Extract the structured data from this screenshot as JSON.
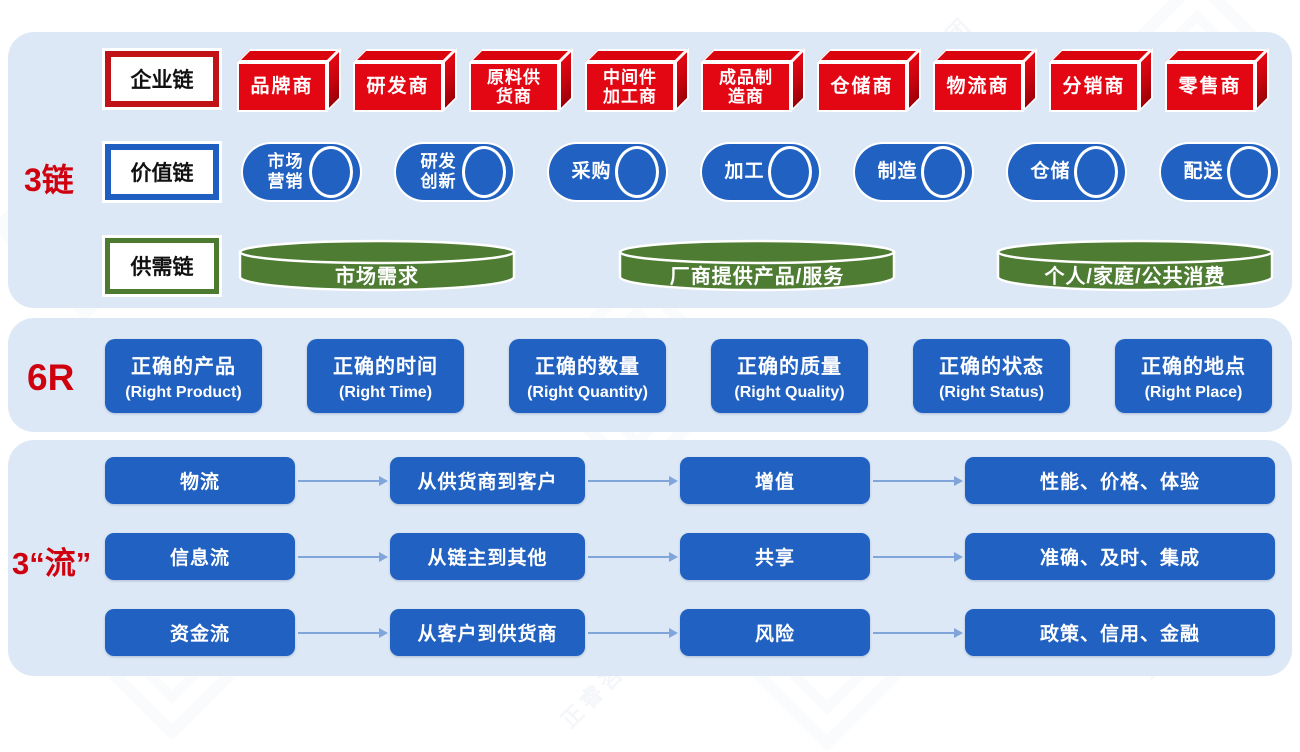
{
  "watermark": {
    "text": "正睿咨询集团"
  },
  "colors": {
    "panel_bg": "#dce8f5",
    "red": "#e30613",
    "blue": "#2161c1",
    "green": "#4e7c33",
    "section_label": "#d0010f",
    "arrow": "#7fa5da"
  },
  "sections": {
    "chains": {
      "label": "3链",
      "enterprise": {
        "label": "企业链",
        "items": [
          "品牌商",
          "研发商",
          "原料供\n货商",
          "中间件\n加工商",
          "成品制\n造商",
          "仓储商",
          "物流商",
          "分销商",
          "零售商"
        ]
      },
      "value": {
        "label": "价值链",
        "items": [
          "市场\n营销",
          "研发\n创新",
          "采购",
          "加工",
          "制造",
          "仓储",
          "配送"
        ]
      },
      "supply_demand": {
        "label": "供需链",
        "items": [
          "市场需求",
          "厂商提供产品/服务",
          "个人/家庭/公共消费"
        ]
      }
    },
    "six_r": {
      "label": "6R",
      "items": [
        {
          "cn": "正确的产品",
          "en": "(Right Product)"
        },
        {
          "cn": "正确的时间",
          "en": "(Right Time)"
        },
        {
          "cn": "正确的数量",
          "en": "(Right Quantity)"
        },
        {
          "cn": "正确的质量",
          "en": "(Right Quality)"
        },
        {
          "cn": "正确的状态",
          "en": "(Right Status)"
        },
        {
          "cn": "正确的地点",
          "en": "(Right Place)"
        }
      ]
    },
    "flows": {
      "label": "3“流”",
      "rows": [
        {
          "cells": [
            "物流",
            "从供货商到客户",
            "增值",
            "性能、价格、体验"
          ]
        },
        {
          "cells": [
            "信息流",
            "从链主到其他",
            "共享",
            "准确、及时、集成"
          ]
        },
        {
          "cells": [
            "资金流",
            "从客户到供货商",
            "风险",
            "政策、信用、金融"
          ]
        }
      ]
    }
  }
}
